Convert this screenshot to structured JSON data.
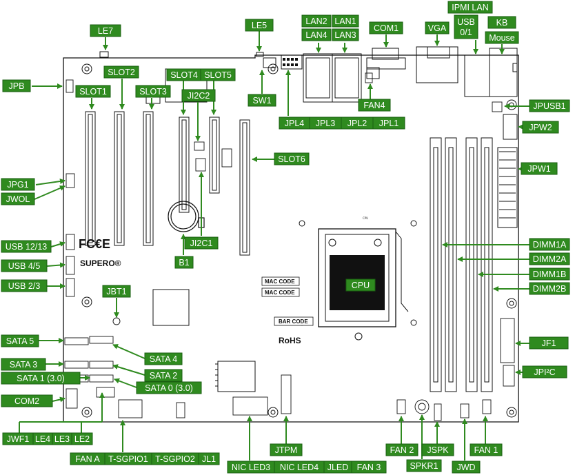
{
  "colors": {
    "label_bg": "#2f8a1f",
    "label_border": "#1a5e10",
    "arrow": "#2f8a1f",
    "board_line": "#111111",
    "cpu_fill": "#111111"
  },
  "board_text": {
    "fcc": "FC€E",
    "brand": "SUPERO®",
    "rohs": "RoHS",
    "mac1": "MAC CODE",
    "mac2": "MAC CODE",
    "bar": "BAR CODE",
    "cpu_silk": "CPU"
  },
  "labels": {
    "le7": "LE7",
    "le5": "LE5",
    "lan2": "LAN2",
    "lan4": "LAN4",
    "lan1": "LAN1",
    "lan3": "LAN3",
    "com1": "COM1",
    "vga": "VGA",
    "ipmi_lan": "IPMI LAN",
    "usb01_a": "USB",
    "usb01_b": "0/1",
    "kb": "KB",
    "mouse": "Mouse",
    "jpb": "JPB",
    "slot2": "SLOT2",
    "slot4": "SLOT4",
    "slot5": "SLOT5",
    "slot1": "SLOT1",
    "slot3": "SLOT3",
    "ji2c2": "JI2C2",
    "sw1": "SW1",
    "fan4": "FAN4",
    "jpusb1": "JPUSB1",
    "jpl4": "JPL4",
    "jpl3": "JPL3",
    "jpl2": "JPL2",
    "jpl1": "JPL1",
    "jpw2": "JPW2",
    "slot6": "SLOT6",
    "jpw1": "JPW1",
    "jpg1": "JPG1",
    "jwol": "JWOL",
    "ji2c1": "JI2C1",
    "usb1213": "USB 12/13",
    "usb45": "USB 4/5",
    "usb23": "USB 2/3",
    "b1": "B1",
    "dimm1a": "DIMM1A",
    "dimm2a": "DIMM2A",
    "cpu": "CPU",
    "dimm1b": "DIMM1B",
    "dimm2b": "DIMM2B",
    "jbt1": "JBT1",
    "jf1": "JF1",
    "sata5": "SATA 5",
    "sata4": "SATA 4",
    "sata3": "SATA 3",
    "sata2": "SATA 2",
    "jpi2c": "JPI²C",
    "sata1": "SATA 1 (3.0)",
    "sata0": "SATA 0 (3.0)",
    "com2": "COM2",
    "jwf1": "JWF1",
    "le4": "LE4",
    "le3": "LE3",
    "le2": "LE2",
    "jtpm": "JTPM",
    "fan2": "FAN 2",
    "jspk": "JSPK",
    "fan1": "FAN 1",
    "fana": "FAN A",
    "tsgpio1": "T-SGPIO1",
    "tsgpio2": "T-SGPIO2",
    "jl1": "JL1",
    "spkr1": "SPKR1",
    "jwd": "JWD",
    "nicled3": "NIC LED3",
    "nicled4": "NIC LED4",
    "jled": "JLED",
    "fan3": "FAN 3"
  }
}
